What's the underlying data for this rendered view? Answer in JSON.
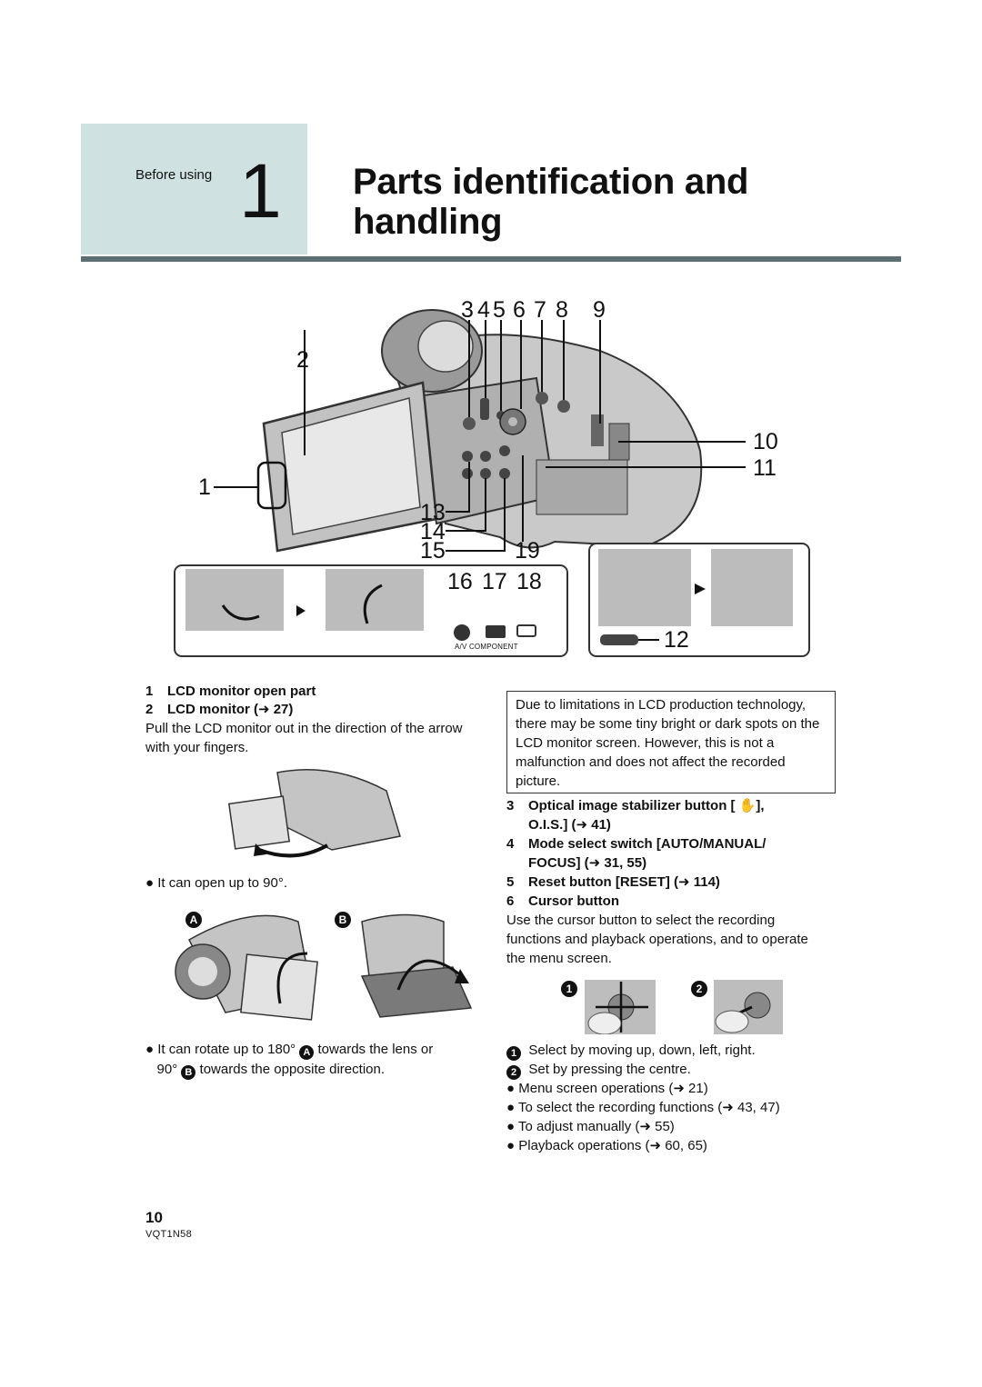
{
  "header": {
    "section_label": "Before using",
    "section_number": "1",
    "title_line1": "Parts identification and",
    "title_line2": "handling"
  },
  "diagram": {
    "callouts": [
      "1",
      "2",
      "3",
      "4",
      "5",
      "6",
      "7",
      "8",
      "9",
      "10",
      "11",
      "12",
      "13",
      "14",
      "15",
      "16",
      "17",
      "18",
      "19"
    ],
    "jack_label_av": "A/V",
    "jack_label_component": "COMPONENT"
  },
  "left_column": {
    "item1_num": "1",
    "item1_label": "LCD monitor open part",
    "item2_num": "2",
    "item2_label": "LCD monitor (➜ 27)",
    "item2_desc": "Pull the LCD monitor out in the direction of the arrow with your fingers.",
    "open_note": "It can open up to 90°.",
    "label_a": "A",
    "label_b": "B",
    "rotate_note_1": "It can rotate up to 180°",
    "rotate_note_2": "towards the lens or",
    "rotate_note_3": "90°",
    "rotate_note_4": "towards the opposite direction."
  },
  "right_column": {
    "note": "Due to limitations in LCD production technology, there may be some tiny bright or dark spots on the LCD monitor screen. However, this is not a malfunction and does not affect the recorded picture.",
    "item3_num": "3",
    "item3_line1": "Optical image stabilizer button [",
    "item3_line1b": "],",
    "item3_line2": "O.I.S.] (➜ 41)",
    "item4_num": "4",
    "item4_line1": "Mode select switch [AUTO/MANUAL/",
    "item4_line2": "FOCUS] (➜ 31, 55)",
    "item5_num": "5",
    "item5_label": "Reset button [RESET] (➜ 114)",
    "item6_num": "6",
    "item6_label": "Cursor button",
    "item6_desc": "Use the cursor button to select the recording functions and playback operations, and to operate the menu screen.",
    "step1_num": "1",
    "step2_num": "2",
    "step1": "Select by moving up, down, left, right.",
    "step2": "Set by pressing the centre.",
    "bullets": [
      "Menu screen operations (➜ 21)",
      "To select the recording functions (➜ 43, 47)",
      "To adjust manually (➜ 55)",
      "Playback operations (➜ 60, 65)"
    ]
  },
  "footer": {
    "page_number": "10",
    "model_code": "VQT1N58"
  }
}
